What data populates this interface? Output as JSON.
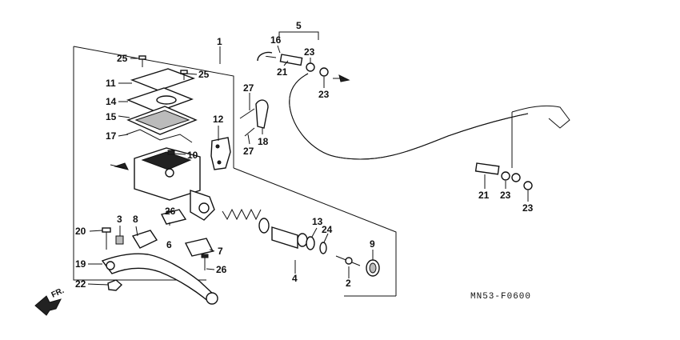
{
  "diagram_code": "MN53-F0600",
  "direction_label": "FR.",
  "callouts": [
    {
      "id": "c1",
      "label": "1"
    },
    {
      "id": "c2",
      "label": "2"
    },
    {
      "id": "c3",
      "label": "3"
    },
    {
      "id": "c4",
      "label": "4"
    },
    {
      "id": "c5",
      "label": "5"
    },
    {
      "id": "c6",
      "label": "6"
    },
    {
      "id": "c7",
      "label": "7"
    },
    {
      "id": "c8",
      "label": "8"
    },
    {
      "id": "c9",
      "label": "9"
    },
    {
      "id": "c10",
      "label": "10"
    },
    {
      "id": "c11",
      "label": "11"
    },
    {
      "id": "c12",
      "label": "12"
    },
    {
      "id": "c13",
      "label": "13"
    },
    {
      "id": "c14",
      "label": "14"
    },
    {
      "id": "c15",
      "label": "15"
    },
    {
      "id": "c16",
      "label": "16"
    },
    {
      "id": "c17",
      "label": "17"
    },
    {
      "id": "c18",
      "label": "18"
    },
    {
      "id": "c19",
      "label": "19"
    },
    {
      "id": "c20",
      "label": "20"
    },
    {
      "id": "c21a",
      "label": "21"
    },
    {
      "id": "c21b",
      "label": "21"
    },
    {
      "id": "c22",
      "label": "22"
    },
    {
      "id": "c23a",
      "label": "23"
    },
    {
      "id": "c23b",
      "label": "23"
    },
    {
      "id": "c23c",
      "label": "23"
    },
    {
      "id": "c23d",
      "label": "23"
    },
    {
      "id": "c24",
      "label": "24"
    },
    {
      "id": "c25a",
      "label": "25"
    },
    {
      "id": "c25b",
      "label": "25"
    },
    {
      "id": "c26a",
      "label": "26"
    },
    {
      "id": "c26b",
      "label": "26"
    },
    {
      "id": "c27a",
      "label": "27"
    },
    {
      "id": "c27b",
      "label": "27"
    }
  ]
}
